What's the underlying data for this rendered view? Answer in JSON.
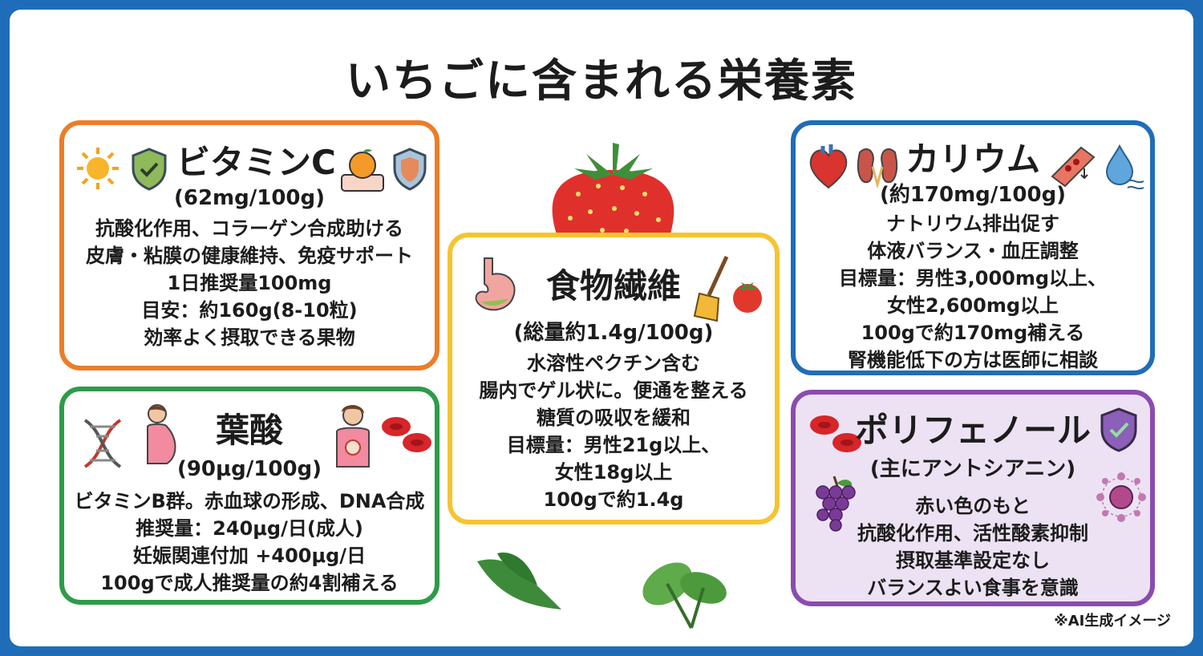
{
  "title": "いちごに含まれる栄養素",
  "footnote": "※AI生成イメージ",
  "colors": {
    "frame": "#1f6db8",
    "vitamin_c": "#ec7d2a",
    "folate": "#2e9b49",
    "fiber": "#f5c431",
    "potassium": "#1f6db8",
    "polyphenol": "#8a4cae",
    "polyphenol_bg": "#ede2f3"
  },
  "cards": {
    "vitamin_c": {
      "title": "ビタミンC",
      "amount": "(62mg/100g)",
      "lines": [
        "抗酸化作用、コラーゲン合成助ける",
        "皮膚・粘膜の健康維持、免疫サポート",
        "1日推奨量100mg",
        "目安：約160g(8-10粒)",
        "効率よく摂取できる果物"
      ],
      "icons": [
        "sun-icon",
        "shield-check-icon",
        "orange-icon",
        "shield-icon"
      ]
    },
    "folate": {
      "title": "葉酸",
      "amount": "(90μg/100g)",
      "lines": [
        "ビタミンB群。赤血球の形成、DNA合成",
        "推奨量：240μg/日(成人)",
        "妊娠関連付加 +400μg/日",
        "100gで成人推奨量の約4割補える"
      ],
      "icons": [
        "dna-icon",
        "pregnant-woman-icon",
        "mother-icon",
        "red-blood-cells-icon"
      ]
    },
    "fiber": {
      "title": "食物繊維",
      "amount": "(総量約1.4g/100g)",
      "lines": [
        "水溶性ペクチン含む",
        "腸内でゲル状に。便通を整える",
        "糖質の吸収を緩和",
        "目標量：男性21g以上、",
        "女性18g以上",
        "100gで約1.4g"
      ],
      "icons": [
        "stomach-icon",
        "broom-icon",
        "tomato-icon"
      ]
    },
    "potassium": {
      "title": "カリウム",
      "amount": "(約170mg/100g)",
      "lines": [
        "ナトリウム排出促す",
        "体液バランス・血圧調整",
        "目標量：男性3,000mg以上、",
        "女性2,600mg以上",
        "100gで約170mg補える",
        "腎機能低下の方は医師に相談"
      ],
      "icons": [
        "heart-icon",
        "kidney-icon",
        "blood-vessel-icon",
        "water-drop-icon"
      ]
    },
    "polyphenol": {
      "title": "ポリフェノール",
      "amount": "(主にアントシアニン)",
      "lines": [
        "赤い色のもと",
        "抗酸化作用、活性酸素抑制",
        "摂取基準設定なし",
        "バランスよい食事を意識"
      ],
      "icons": [
        "red-blood-cells-icon",
        "shield-check-icon",
        "grapes-icon",
        "molecule-icon"
      ]
    }
  }
}
